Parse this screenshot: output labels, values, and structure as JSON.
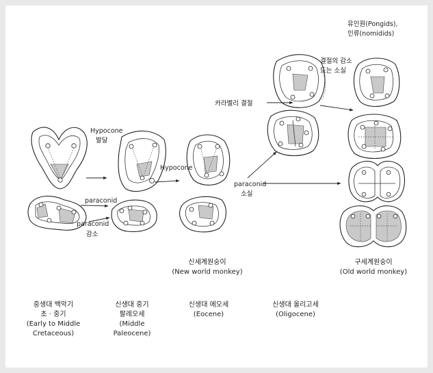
{
  "labels": {
    "hypocone_development": [
      "Hypocone",
      "발달"
    ],
    "hypocone": "Hypocone",
    "paraconid": "paraconid",
    "paraconid_reduction": [
      "paraconid",
      "감소"
    ],
    "carabelli_cusp": "카라벨리 결절",
    "cusp_reduction": [
      "결절의 감소",
      "또는 소실"
    ],
    "paraconid_loss": [
      "paraconid",
      "소실"
    ],
    "pongids_hominids": [
      "유인원(Pongids),",
      "인류(nomidids)"
    ],
    "new_world": [
      "신세계원숭이",
      "(New world monkey)"
    ],
    "old_world": [
      "구세계원숭이",
      "(Old world monkey)"
    ]
  },
  "periods": [
    {
      "lines": [
        "중생대 백악기",
        "초 · 중기",
        "(Early to Middle",
        "Cretaceous)"
      ]
    },
    {
      "lines": [
        "신생대 중기",
        "팔레오세",
        "(Middle",
        "Paleocene)"
      ]
    },
    {
      "lines": [
        "신생대 에오세",
        "(Eocene)"
      ]
    },
    {
      "lines": [
        "신생대 올리고세",
        "(Oligocene)"
      ]
    }
  ]
}
